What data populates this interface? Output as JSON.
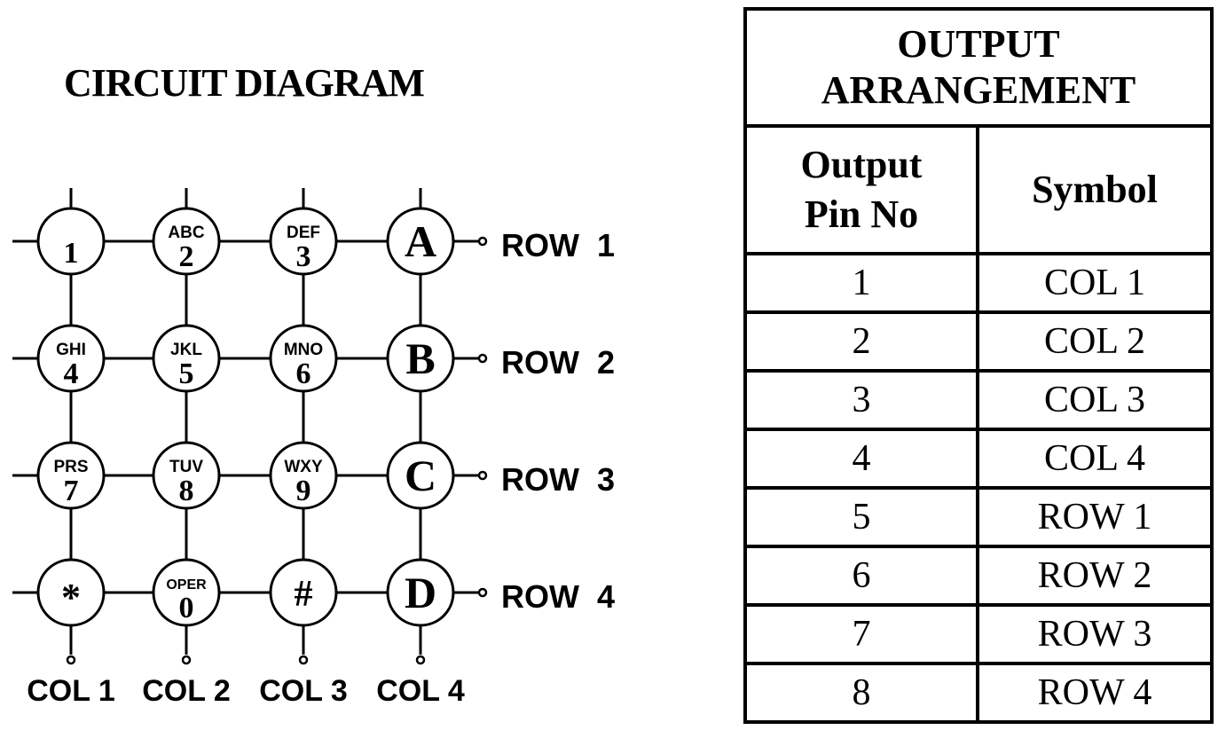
{
  "diagram": {
    "title": "CIRCUIT DIAGRAM",
    "keys": [
      [
        {
          "digit": "1",
          "letters": ""
        },
        {
          "digit": "2",
          "letters": "ABC"
        },
        {
          "digit": "3",
          "letters": "DEF"
        },
        {
          "digit": "A",
          "letters": ""
        }
      ],
      [
        {
          "digit": "4",
          "letters": "GHI"
        },
        {
          "digit": "5",
          "letters": "JKL"
        },
        {
          "digit": "6",
          "letters": "MNO"
        },
        {
          "digit": "B",
          "letters": ""
        }
      ],
      [
        {
          "digit": "7",
          "letters": "PRS"
        },
        {
          "digit": "8",
          "letters": "TUV"
        },
        {
          "digit": "9",
          "letters": "WXY"
        },
        {
          "digit": "C",
          "letters": ""
        }
      ],
      [
        {
          "digit": "*",
          "letters": ""
        },
        {
          "digit": "0",
          "letters": "OPER"
        },
        {
          "digit": "#",
          "letters": ""
        },
        {
          "digit": "D",
          "letters": ""
        }
      ]
    ],
    "row_labels": [
      "ROW  1",
      "ROW  2",
      "ROW  3",
      "ROW  4"
    ],
    "col_labels": [
      "COL 1",
      "COL 2",
      "COL 3",
      "COL 4"
    ]
  },
  "table": {
    "title_line1": "OUTPUT",
    "title_line2": "ARRANGEMENT",
    "header_pin_line1": "Output",
    "header_pin_line2": "Pin No",
    "header_symbol": "Symbol",
    "rows": [
      {
        "pin": "1",
        "symbol": "COL 1"
      },
      {
        "pin": "2",
        "symbol": "COL 2"
      },
      {
        "pin": "3",
        "symbol": "COL 3"
      },
      {
        "pin": "4",
        "symbol": "COL 4"
      },
      {
        "pin": "5",
        "symbol": "ROW 1"
      },
      {
        "pin": "6",
        "symbol": "ROW 2"
      },
      {
        "pin": "7",
        "symbol": "ROW 3"
      },
      {
        "pin": "8",
        "symbol": "ROW 4"
      }
    ]
  }
}
